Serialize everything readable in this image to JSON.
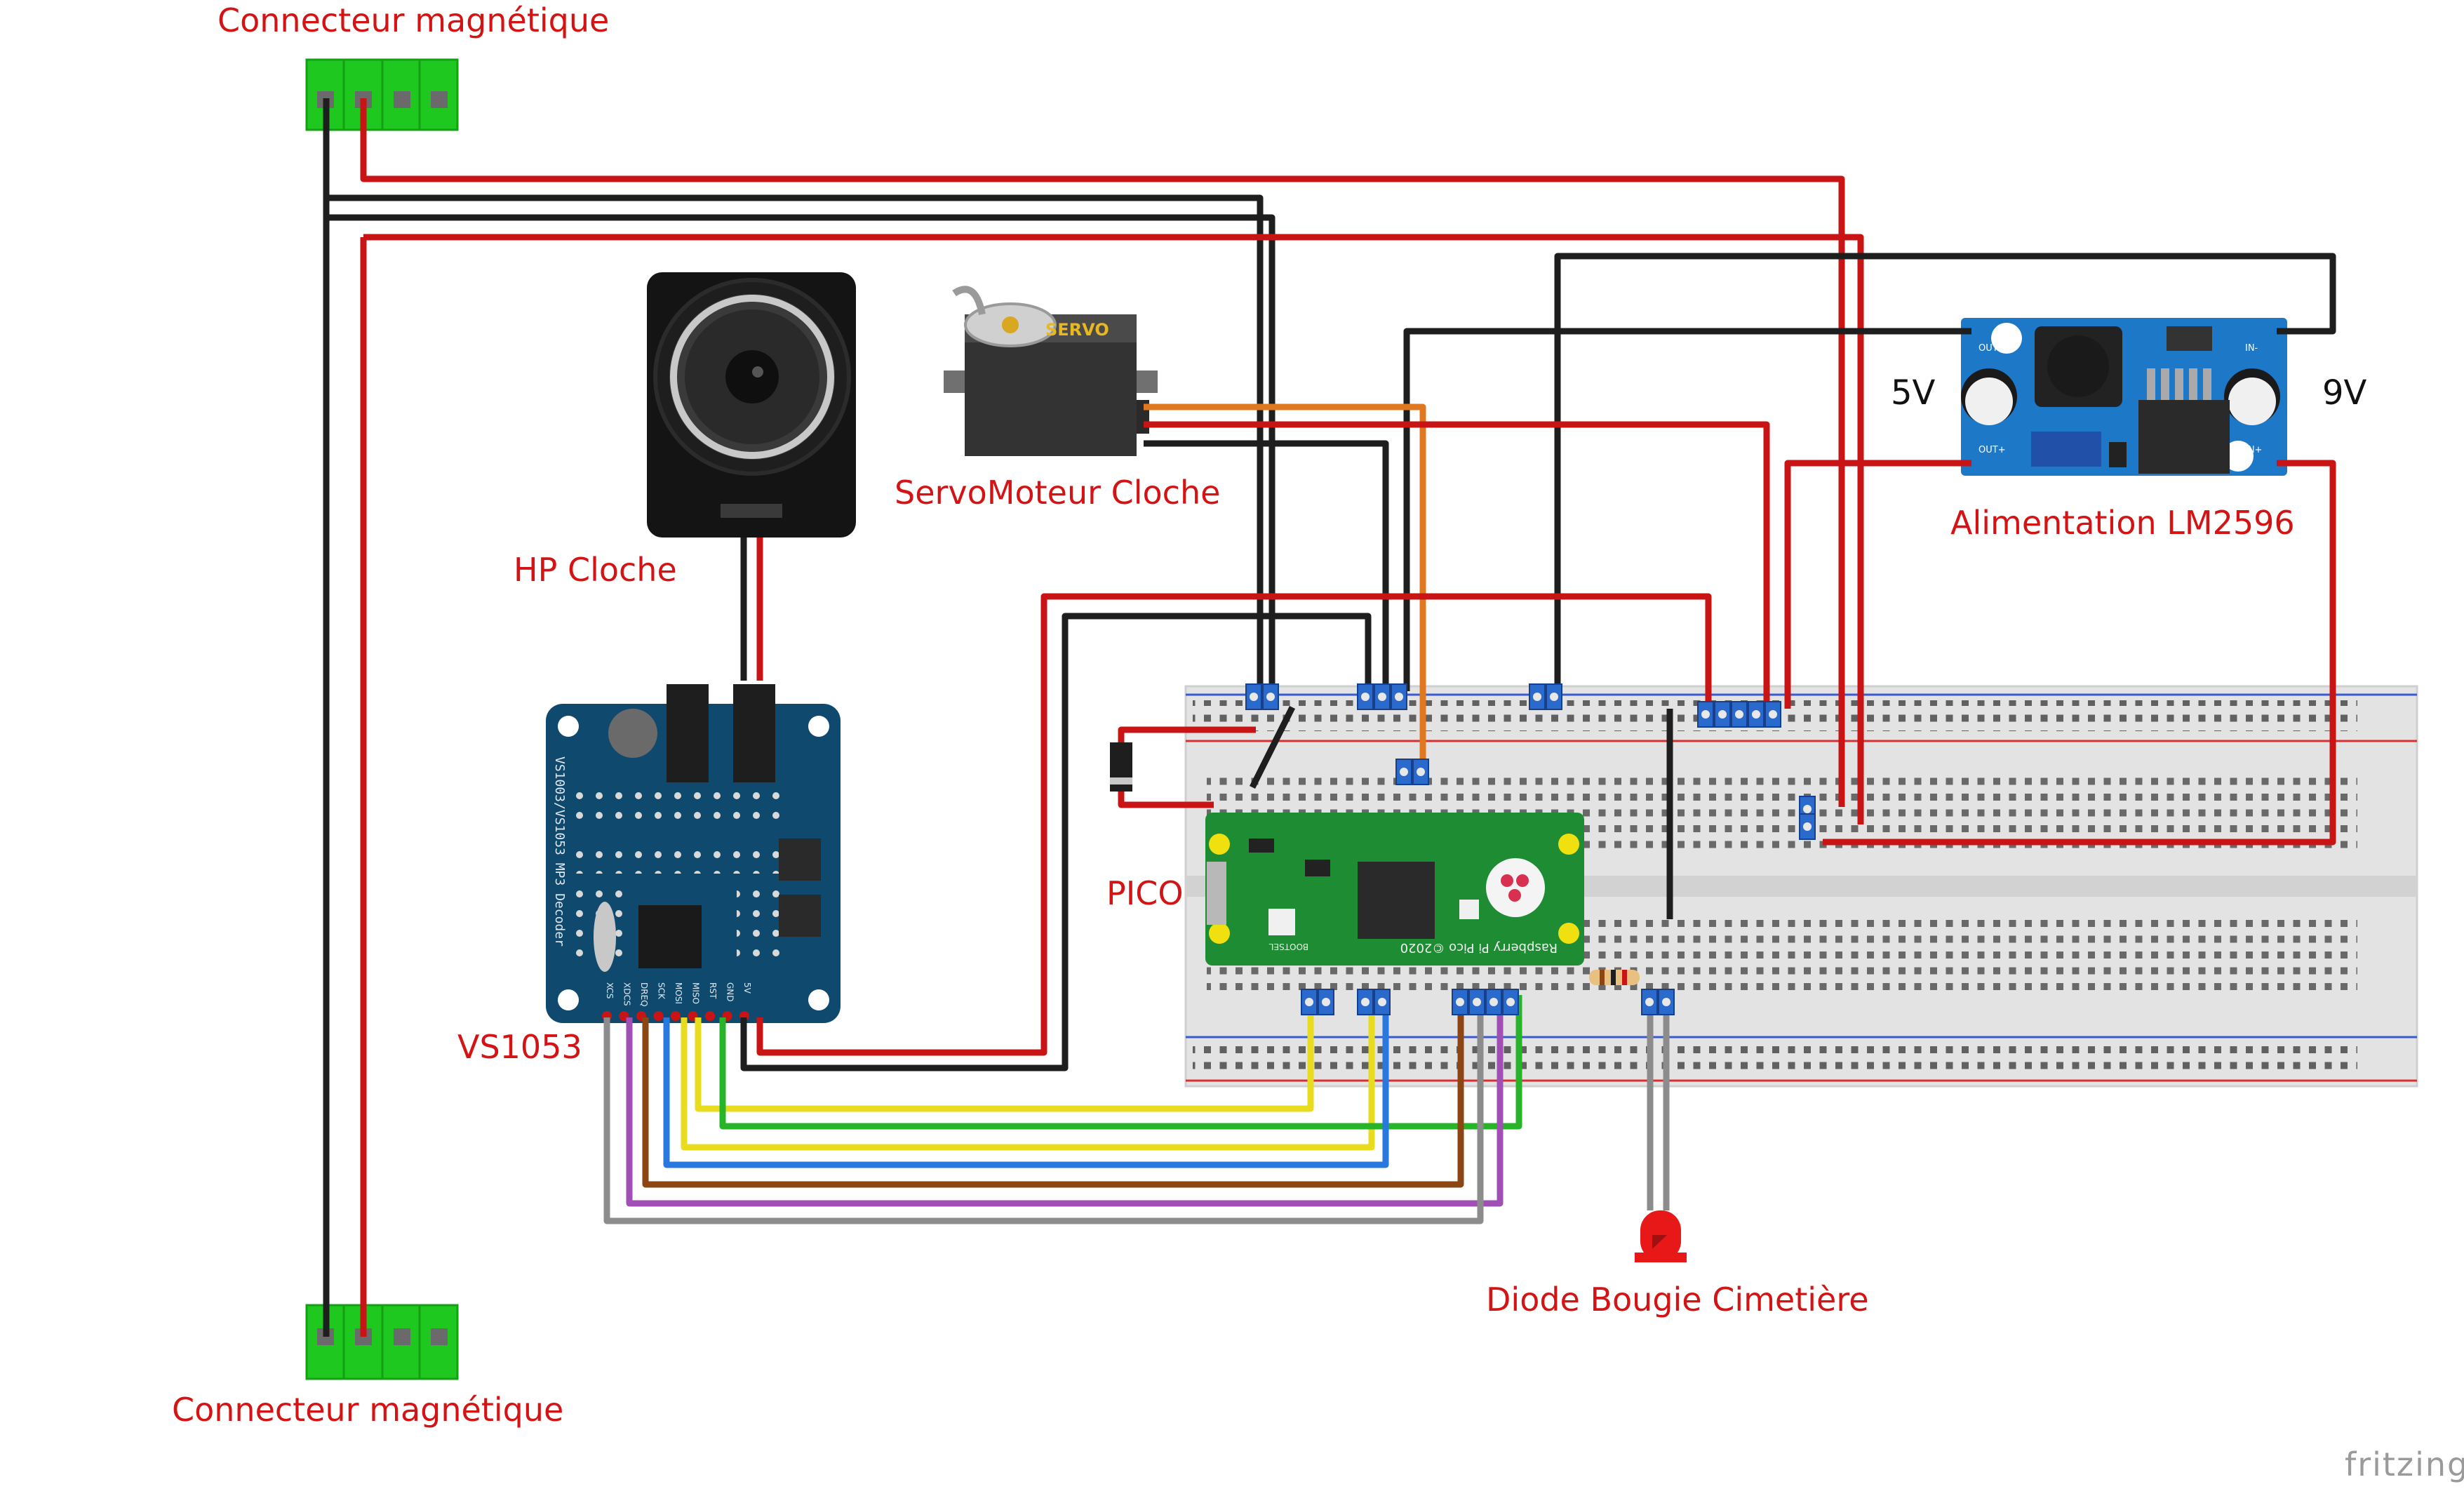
{
  "labels": {
    "connector_top": "Connecteur magnétique",
    "connector_bottom": "Connecteur magnétique",
    "speaker": "HP Cloche",
    "servo": "ServoMoteur Cloche",
    "power_supply": "Alimentation LM2596",
    "pico": "PICO",
    "mp3_decoder": "VS1053",
    "led": "Diode Bougie Cimetière",
    "volt_out": "5V",
    "volt_in": "9V"
  },
  "module_text": {
    "servo_badge": "SERVO",
    "vs1053_board": "VS1003/VS1053 MP3 Decoder",
    "vs1053_pins": [
      "XCS",
      "XDCS",
      "DREQ",
      "SCK",
      "MOSI",
      "MISO",
      "RST",
      "GND",
      "5V"
    ],
    "pico_board": "Raspberry Pi Pico ©2020",
    "pico_bootsel": "BOOTSEL",
    "lm2596_pins": [
      "OUT-",
      "OUT+",
      "IN-",
      "IN+"
    ]
  },
  "watermark": "fritzing",
  "colors": {
    "label_red": "#d41414",
    "wire_red": "#c81414",
    "wire_black": "#1e1e1e",
    "wire_orange": "#e07820",
    "wire_yellow": "#e8dc1e",
    "wire_green": "#28b428",
    "wire_blue": "#2878e0",
    "wire_brown": "#8c4614",
    "wire_purple": "#a050b4",
    "wire_gray": "#8c8c8c",
    "board_green": "#1e8c32",
    "vs1053_blue": "#0f4a6e",
    "lm2596_blue": "#1e78c8",
    "connector_green": "#1ec81e",
    "breadboard": "#e6e6e6"
  }
}
